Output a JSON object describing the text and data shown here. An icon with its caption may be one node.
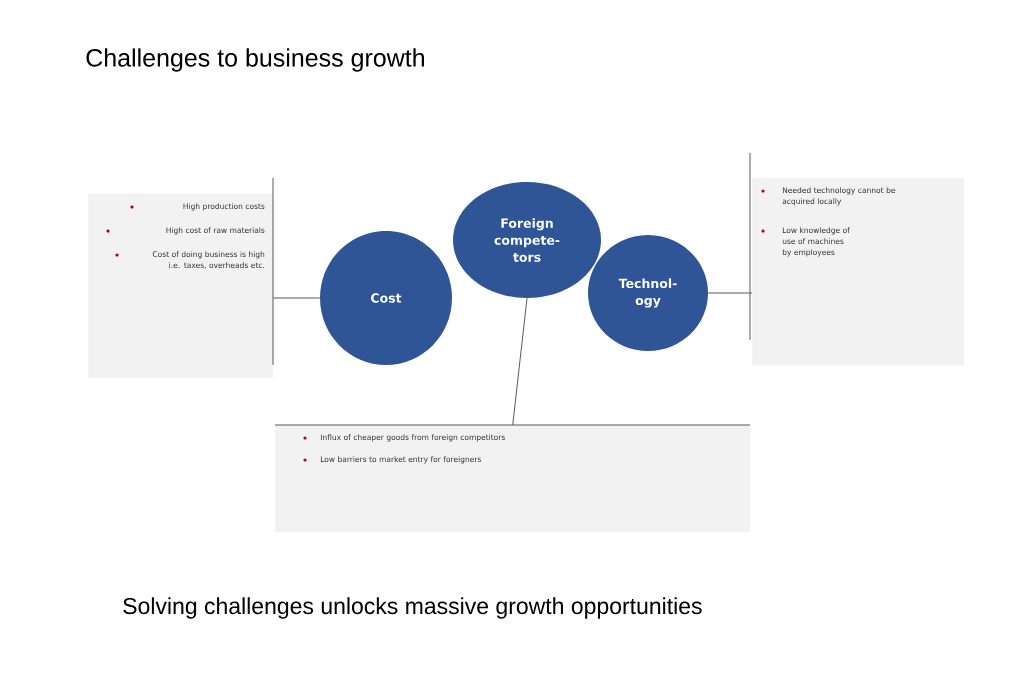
{
  "diagram": {
    "title": "Challenges to business growth",
    "caption": "Solving challenges unlocks massive growth opportunities",
    "nodes": [
      {
        "text": [
          "High production costs",
          "High cost of raw materials",
          "Cost of doing business is high i.e. taxes, overheads etc."
        ]
      },
      {
        "text": [
          "Foreign compete-tors"
        ]
      },
      {
        "text": [
          "Cost"
        ]
      },
      {
        "text": [
          "Technol-ogy"
        ]
      },
      {
        "text": [
          "Needed technology cannot be acquired locally",
          "Low knowledge of use of machines by employees"
        ]
      },
      {
        "text": [
          "Influx of cheaper goods from foreign competitors",
          "Low barriers to market entry for foreigners"
        ]
      }
    ],
    "edges": [
      {
        "from": 2,
        "to": 0,
        "arrow": "none"
      },
      {
        "from": 1,
        "to": 5,
        "arrow": "none"
      },
      {
        "from": 3,
        "to": 4,
        "arrow": "none"
      }
    ]
  }
}
